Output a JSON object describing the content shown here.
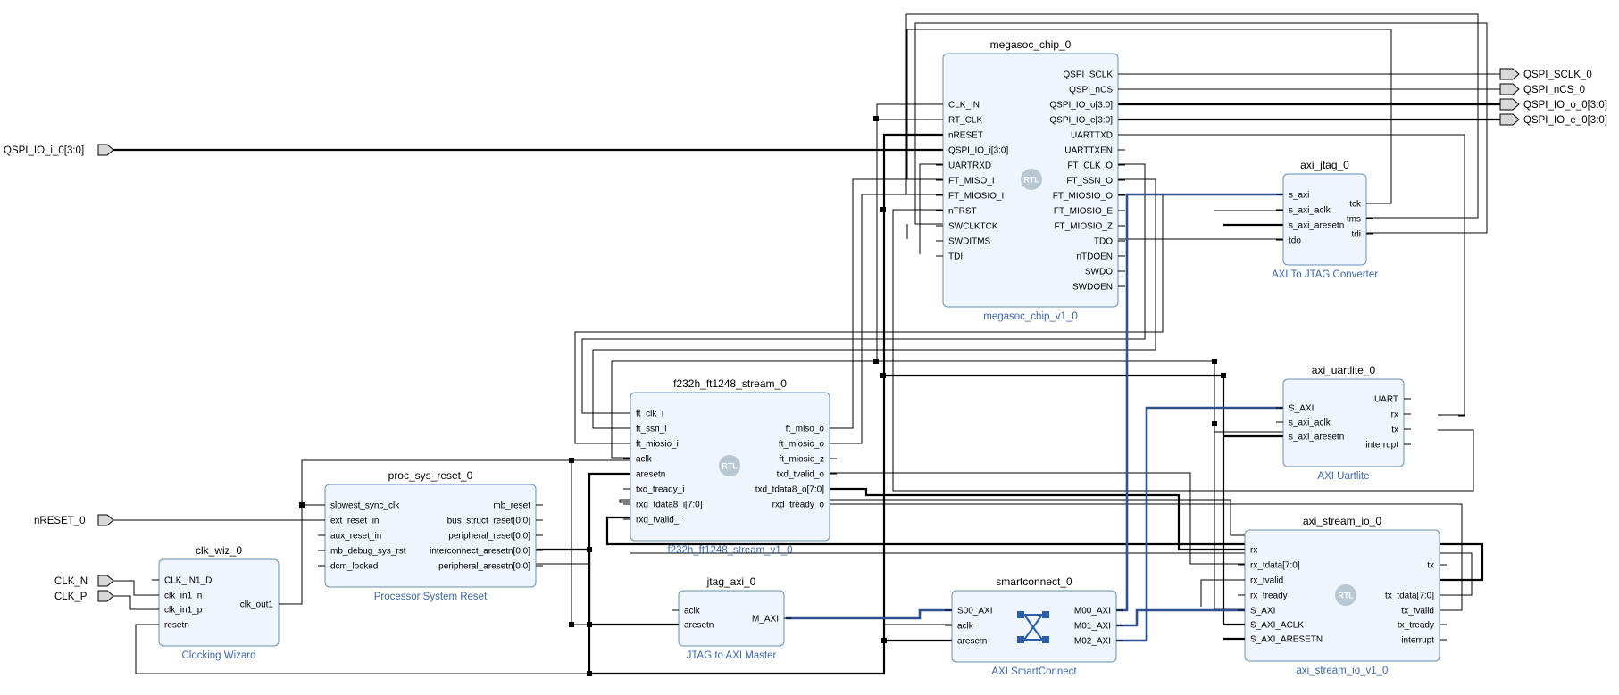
{
  "external_ports": {
    "qspi_io_i": "QSPI_IO_i_0[3:0]",
    "nreset": "nRESET_0",
    "clk_n": "CLK_N",
    "clk_p": "CLK_P",
    "qspi_sclk": "QSPI_SCLK_0",
    "qspi_ncs": "QSPI_nCS_0",
    "qspi_io_o": "QSPI_IO_o_0[3:0]",
    "qspi_io_e": "QSPI_IO_e_0[3:0]"
  },
  "rtl_badge": "RTL",
  "blocks": {
    "megasoc": {
      "name": "megasoc_chip_0",
      "subtitle": "megasoc_chip_v1_0",
      "left": [
        "CLK_IN",
        "RT_CLK",
        "nRESET",
        "QSPI_IO_i[3:0]",
        "UARTRXD",
        "FT_MISO_I",
        "FT_MIOSIO_I",
        "nTRST",
        "SWCLKTCK",
        "SWDITMS",
        "TDI"
      ],
      "right": [
        "QSPI_SCLK",
        "QSPI_nCS",
        "QSPI_IO_o[3:0]",
        "QSPI_IO_e[3:0]",
        "UARTTXD",
        "UARTTXEN",
        "FT_CLK_O",
        "FT_SSN_O",
        "FT_MIOSIO_O",
        "FT_MIOSIO_E",
        "FT_MIOSIO_Z",
        "TDO",
        "nTDOEN",
        "SWDO",
        "SWDOEN"
      ]
    },
    "axi_jtag": {
      "name": "axi_jtag_0",
      "subtitle": "AXI To JTAG Converter",
      "left": [
        "s_axi",
        "s_axi_aclk",
        "s_axi_aresetn",
        "tdo"
      ],
      "right": [
        "tck",
        "tms",
        "tdi"
      ]
    },
    "f232h": {
      "name": "f232h_ft1248_stream_0",
      "subtitle": "f232h_ft1248_stream_v1_0",
      "left": [
        "ft_clk_i",
        "ft_ssn_i",
        "ft_miosio_i",
        "aclk",
        "aresetn",
        "txd_tready_i",
        "rxd_tdata8_i[7:0]",
        "rxd_tvalid_i"
      ],
      "right": [
        "ft_miso_o",
        "ft_miosio_o",
        "ft_miosio_z",
        "txd_tvalid_o",
        "txd_tdata8_o[7:0]",
        "rxd_tready_o"
      ]
    },
    "proc_sys_reset": {
      "name": "proc_sys_reset_0",
      "subtitle": "Processor System Reset",
      "left": [
        "slowest_sync_clk",
        "ext_reset_in",
        "aux_reset_in",
        "mb_debug_sys_rst",
        "dcm_locked"
      ],
      "right": [
        "mb_reset",
        "bus_struct_reset[0:0]",
        "peripheral_reset[0:0]",
        "interconnect_aresetn[0:0]",
        "peripheral_aresetn[0:0]"
      ]
    },
    "clk_wiz": {
      "name": "clk_wiz_0",
      "subtitle": "Clocking Wizard",
      "left": [
        "CLK_IN1_D",
        "clk_in1_n",
        "clk_in1_p",
        "resetn"
      ],
      "right": [
        "clk_out1"
      ]
    },
    "jtag_axi": {
      "name": "jtag_axi_0",
      "subtitle": "JTAG to AXI Master",
      "left": [
        "aclk",
        "aresetn"
      ],
      "right": [
        "M_AXI"
      ]
    },
    "smartconnect": {
      "name": "smartconnect_0",
      "subtitle": "AXI SmartConnect",
      "left": [
        "S00_AXI",
        "aclk",
        "aresetn"
      ],
      "right": [
        "M00_AXI",
        "M01_AXI",
        "M02_AXI"
      ]
    },
    "axi_uartlite": {
      "name": "axi_uartlite_0",
      "subtitle": "AXI Uartlite",
      "left": [
        "S_AXI",
        "s_axi_aclk",
        "s_axi_aresetn"
      ],
      "right": [
        "UART",
        "rx",
        "tx",
        "interrupt"
      ]
    },
    "axi_stream_io": {
      "name": "axi_stream_io_0",
      "subtitle": "axi_stream_io_v1_0",
      "left": [
        "rx",
        "rx_tdata[7:0]",
        "rx_tvalid",
        "rx_tready",
        "S_AXI",
        "S_AXI_ACLK",
        "S_AXI_ARESETN"
      ],
      "right": [
        "tx",
        "tx_tdata[7:0]",
        "tx_tvalid",
        "tx_tready",
        "interrupt"
      ]
    }
  }
}
